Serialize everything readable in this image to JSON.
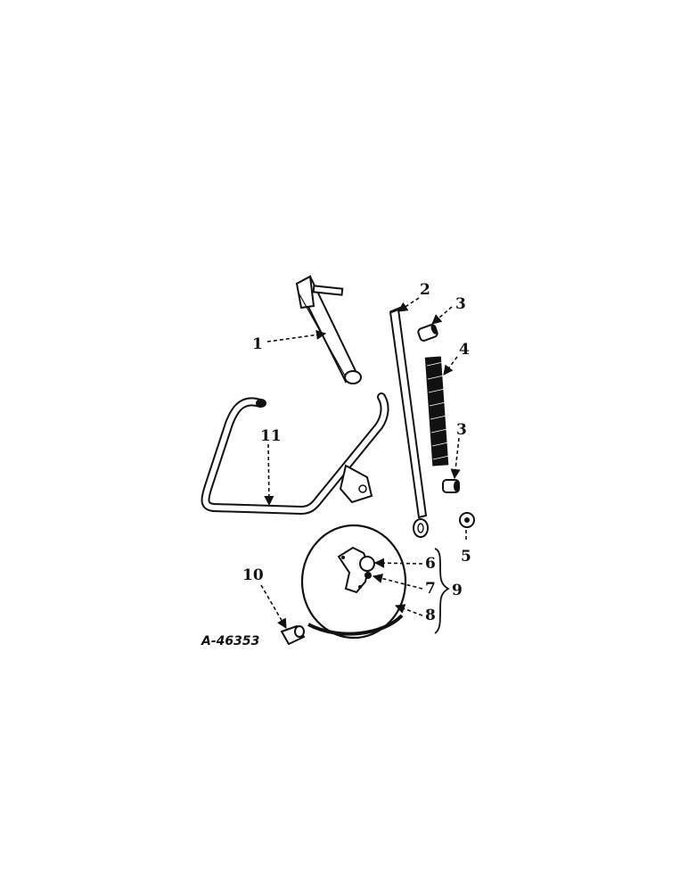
{
  "drawing_code": "A-46353",
  "callouts": {
    "c1": "1",
    "c2": "2",
    "c3a": "3",
    "c3b": "3",
    "c4": "4",
    "c5": "5",
    "c6": "6",
    "c7": "7",
    "c8": "8",
    "c9": "9",
    "c10": "10",
    "c11": "11"
  },
  "colors": {
    "ink": "#111111",
    "paper": "#ffffff"
  }
}
